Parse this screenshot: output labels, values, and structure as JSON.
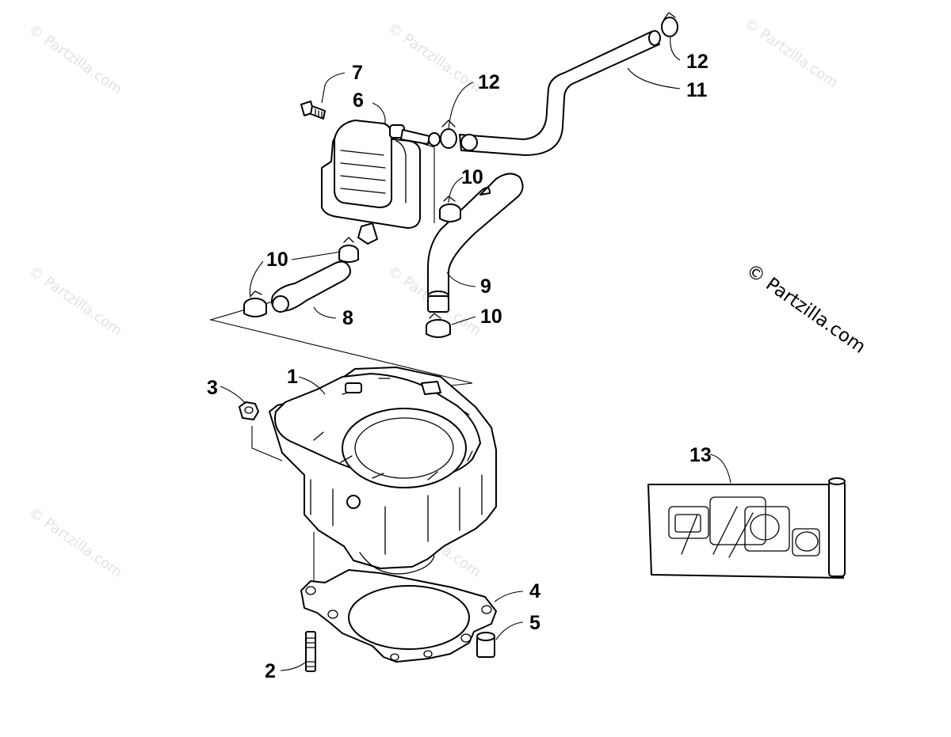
{
  "callouts": {
    "c1": "1",
    "c2": "2",
    "c3": "3",
    "c4": "4",
    "c5": "5",
    "c6": "6",
    "c7": "7",
    "c8": "8",
    "c9": "9",
    "c10a": "10",
    "c10b": "10",
    "c10c": "10",
    "c11": "11",
    "c12a": "12",
    "c12b": "12",
    "c13": "13"
  },
  "copyright": "© Partzilla.com",
  "watermark": "© Partzilla.com",
  "colors": {
    "line": "#000000",
    "background": "#ffffff",
    "watermark": "#e2e2e2"
  }
}
